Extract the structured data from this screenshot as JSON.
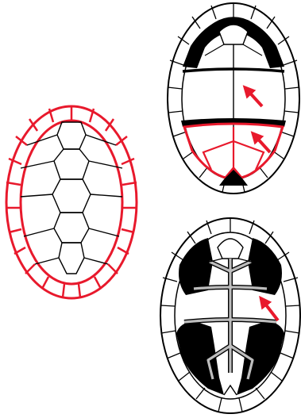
{
  "figure": {
    "panels": [
      {
        "id": "carapace",
        "description_name": "carapace-outline"
      },
      {
        "id": "plastron-top",
        "description_name": "plastron-kinetic-hinges"
      },
      {
        "id": "plastron-bottom",
        "description_name": "plastron-gray-bridge"
      }
    ]
  },
  "colors": {
    "outline": "#000000",
    "highlight_red": "#e8192c",
    "arrow_red": "#e8192c",
    "fill_black": "#000000",
    "bridge_gray": "#bdbdbd",
    "background": "#ffffff"
  },
  "arrows": [
    {
      "name": "hinge-arrow-upper",
      "panel": "plastron-top"
    },
    {
      "name": "hinge-arrow-lower",
      "panel": "plastron-top"
    },
    {
      "name": "bridge-arrow",
      "panel": "plastron-bottom"
    }
  ]
}
